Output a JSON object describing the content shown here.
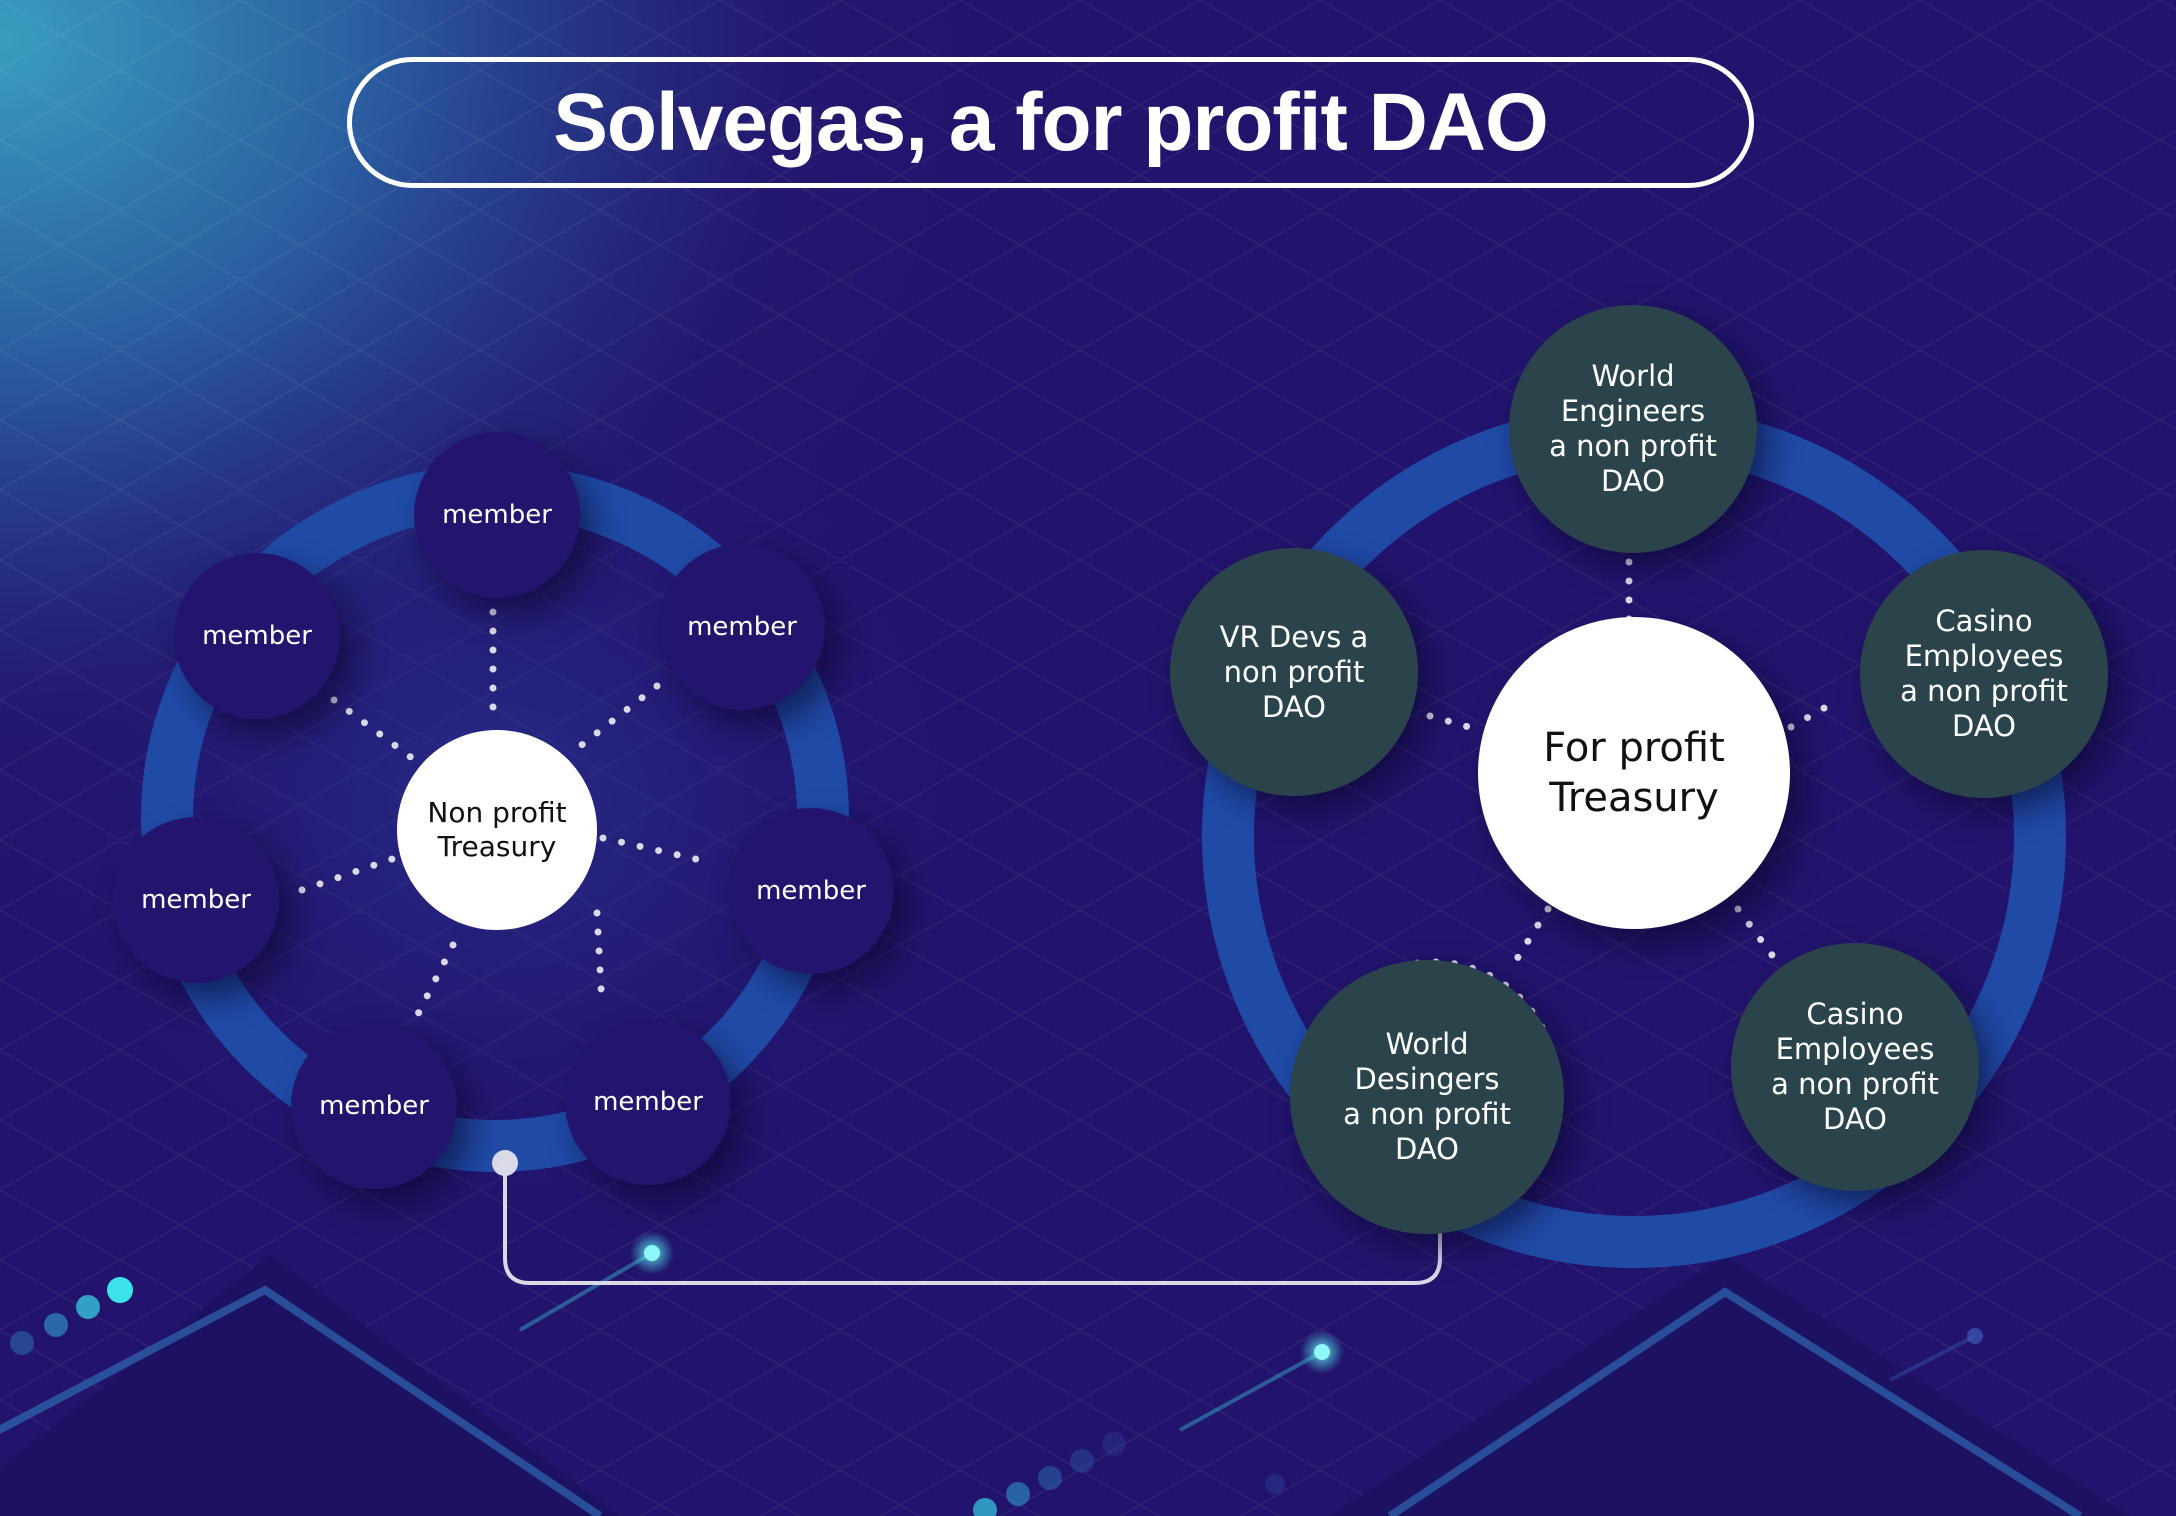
{
  "title": "Solvegas, a for profit DAO",
  "colors": {
    "background": "#22146c",
    "ring": "#1f4aa6",
    "member_fill": "#23146e",
    "dao_fill": "#2b444c",
    "treasury_fill": "#ffffff",
    "connector": "#d9d9e8",
    "glow": "#3be3e8"
  },
  "left_cluster": {
    "center": "Non profit\nTreasury",
    "members": [
      "member",
      "member",
      "member",
      "member",
      "member",
      "member",
      "member"
    ]
  },
  "right_cluster": {
    "center": "For profit\nTreasury",
    "daos": [
      "World\nEngineers\na non profit\nDAO",
      "Casino\nEmployees\na non profit\nDAO",
      "Casino\nEmployees\na non profit\nDAO",
      "World\nDesingers\na non profit\nDAO",
      "VR Devs a\nnon profit\nDAO"
    ]
  }
}
